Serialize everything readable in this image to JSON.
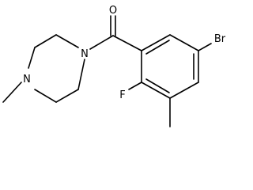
{
  "molecule": {
    "atom_labels": {
      "oxygen": "O",
      "bromine": "Br",
      "fluorine": "F",
      "amide_nitrogen": "N",
      "methyl_nitrogen": "N"
    },
    "colors": {
      "bond": "#000000",
      "label": "#000000",
      "background": "#ffffff"
    }
  }
}
